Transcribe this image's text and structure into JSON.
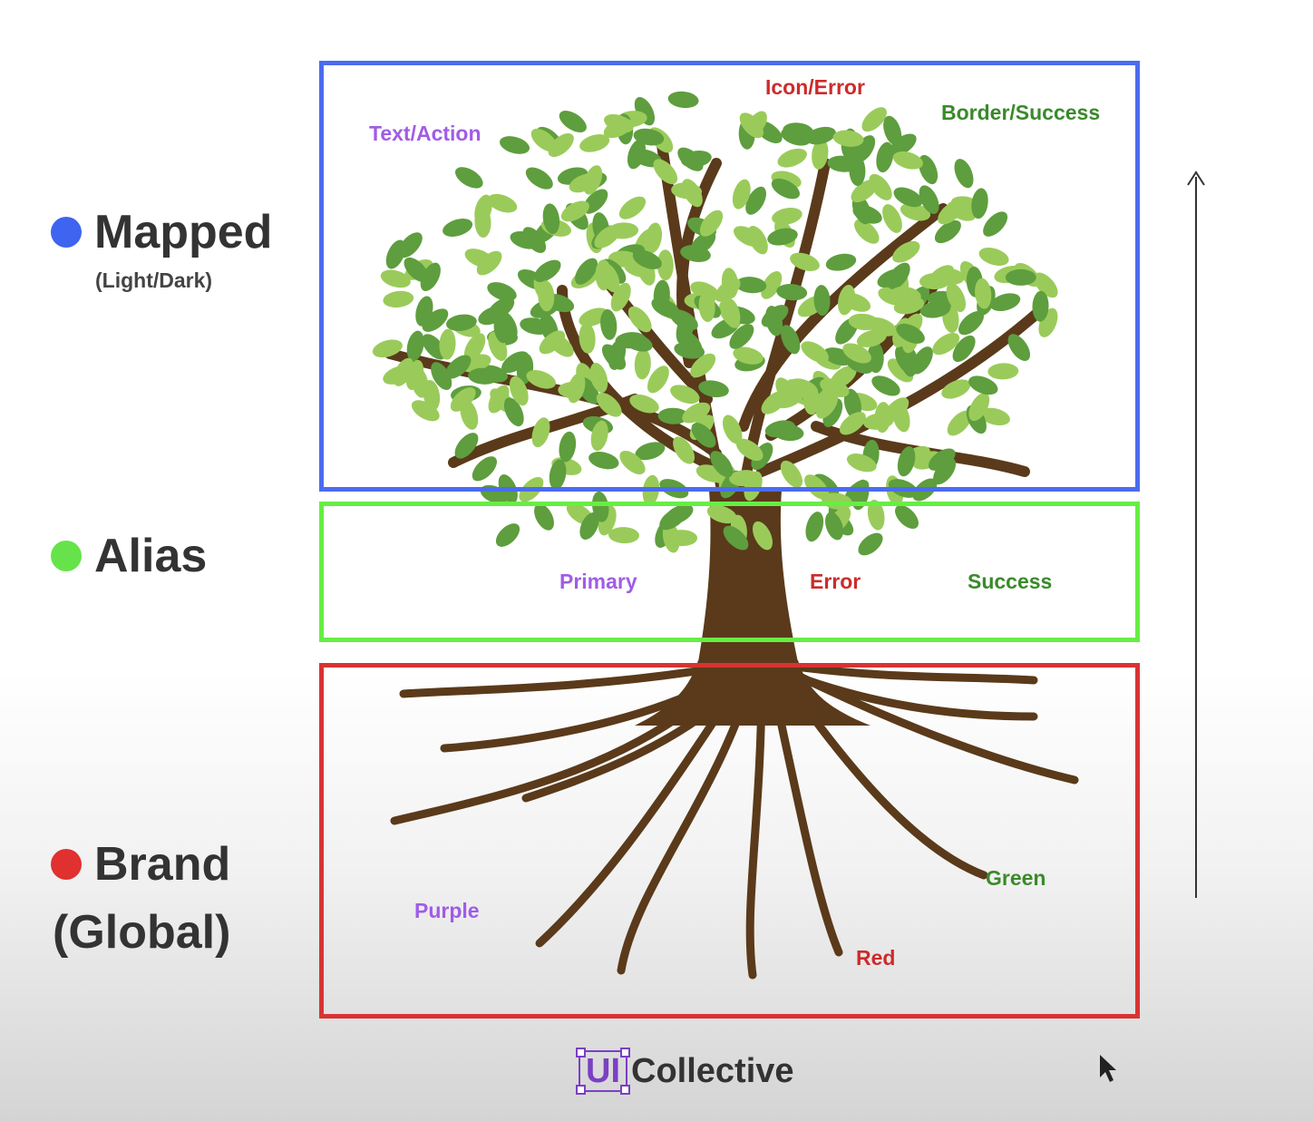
{
  "legend": [
    {
      "label": "Mapped",
      "sub": "(Light/Dark)",
      "color": "#3e64f0"
    },
    {
      "label": "Alias",
      "sub": "",
      "color": "#66e34a"
    },
    {
      "label": "Brand",
      "sub": "(Global)",
      "color": "#e03030"
    }
  ],
  "layers": {
    "mapped": {
      "border_color": "#4a6cf0",
      "labels": [
        "Text/Action",
        "Icon/Error",
        "Border/Success"
      ]
    },
    "alias": {
      "border_color": "#66ee44",
      "labels": [
        "Primary",
        "Error",
        "Success"
      ]
    },
    "brand": {
      "border_color": "#d93333",
      "labels": [
        "Purple",
        "Red",
        "Green"
      ]
    }
  },
  "label_colors": {
    "purple": "#a05ce6",
    "red": "#cc2b2b",
    "green": "#3a8a2a"
  },
  "tree_colors": {
    "trunk": "#5a3a1a",
    "leaf_dark": "#5e9e3e",
    "leaf_light": "#9acb5a"
  },
  "logo": {
    "mark": "UI",
    "text": "Collective",
    "color": "#7b3fc4"
  }
}
